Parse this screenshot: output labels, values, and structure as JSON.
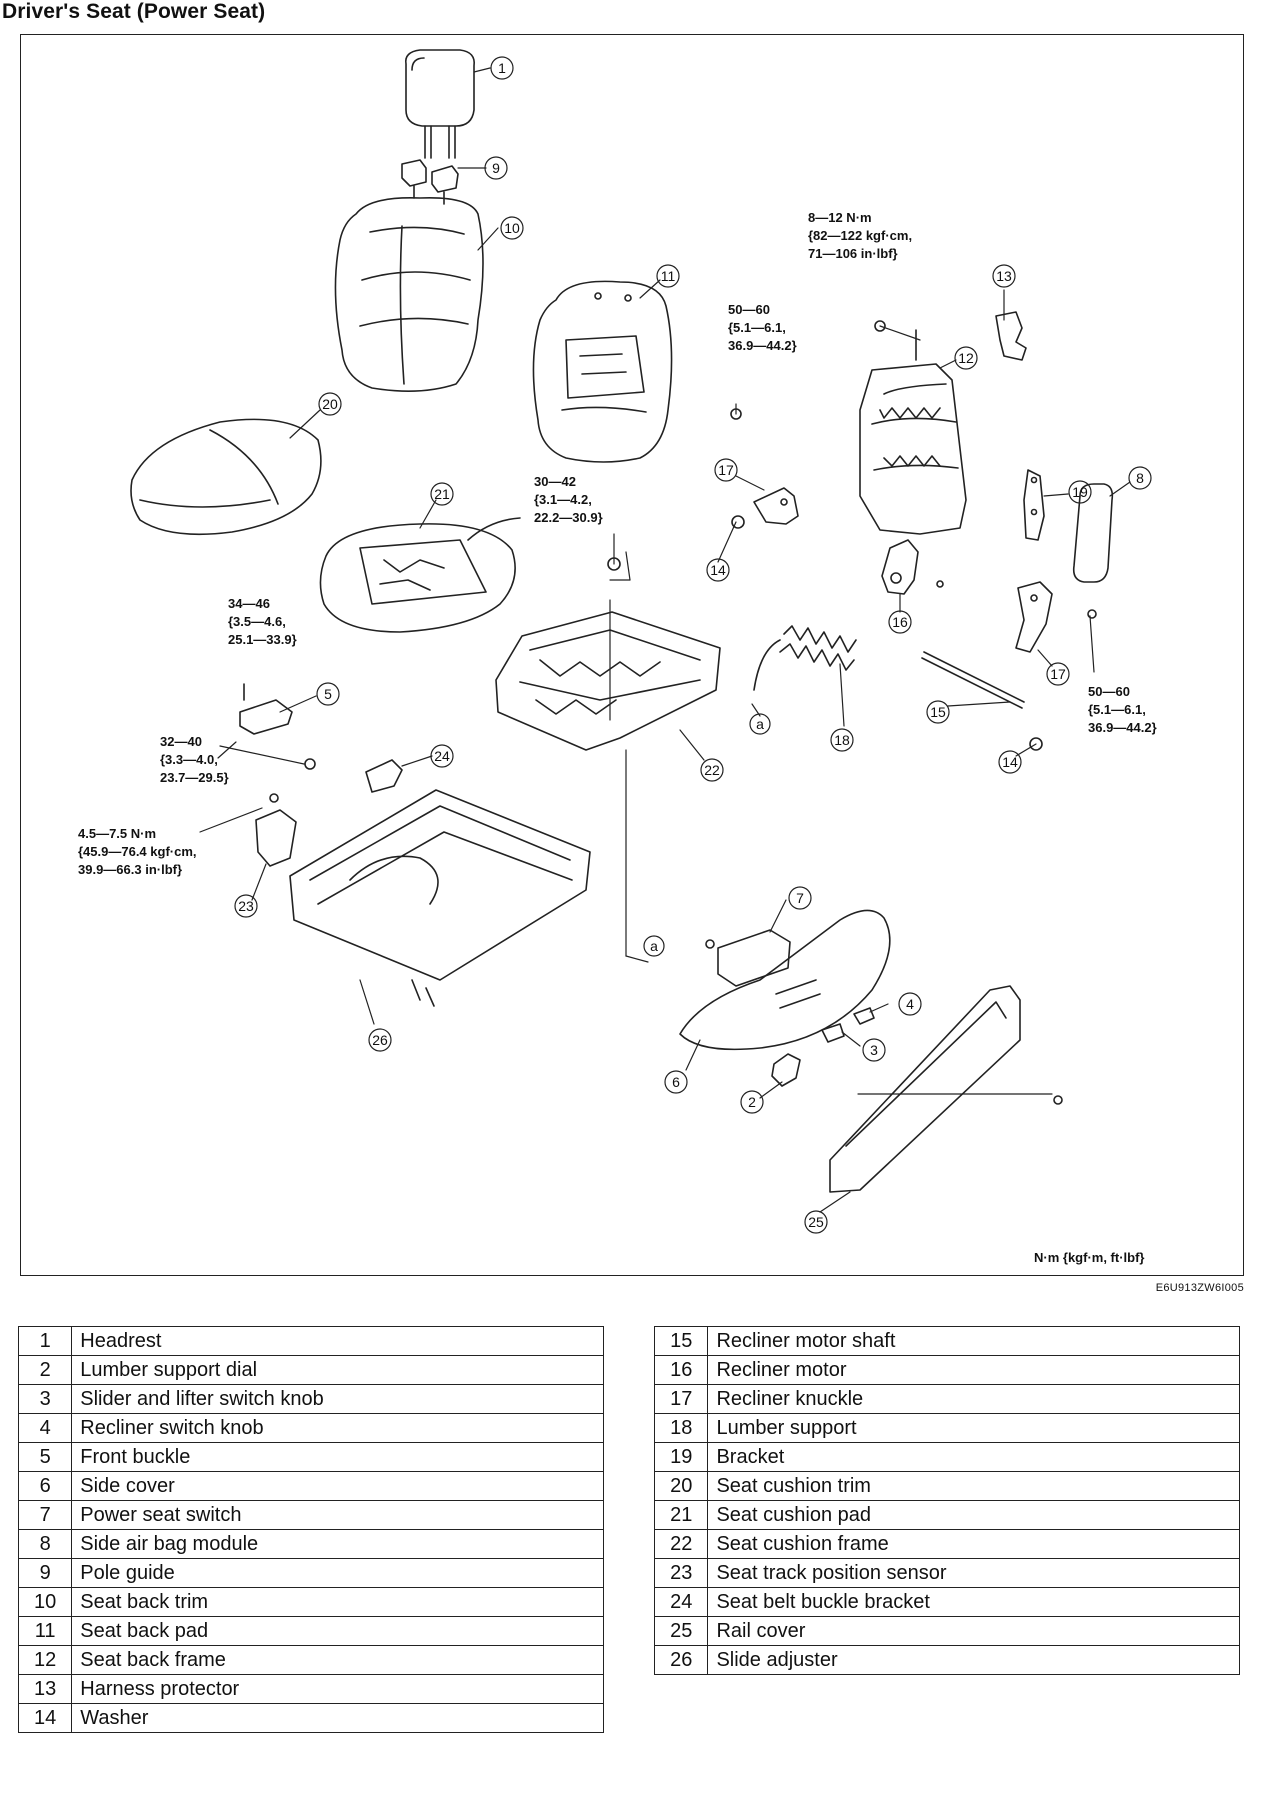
{
  "title": "Driver's Seat (Power Seat)",
  "figure_code": "E6U913ZW6I005",
  "units_note": "N·m {kgf·m, ft·lbf}",
  "torque": {
    "t1": [
      "8—12 N·m",
      "{82—122 kgf·cm,",
      "71—106 in·lbf}"
    ],
    "t2": [
      "50—60",
      "{5.1—6.1,",
      "36.9—44.2}"
    ],
    "t3": [
      "30—42",
      "{3.1—4.2,",
      "22.2—30.9}"
    ],
    "t4": [
      "34—46",
      "{3.5—4.6,",
      "25.1—33.9}"
    ],
    "t5": [
      "32—40",
      "{3.3—4.0,",
      "23.7—29.5}"
    ],
    "t6": [
      "4.5—7.5  N·m",
      "{45.9—76.4 kgf·cm,",
      "39.9—66.3 in·lbf}"
    ],
    "t7": [
      "50—60",
      "{5.1—6.1,",
      "36.9—44.2}"
    ]
  },
  "connector_label": "a",
  "parts_left": [
    {
      "num": "1",
      "name": "Headrest"
    },
    {
      "num": "2",
      "name": "Lumber support dial"
    },
    {
      "num": "3",
      "name": "Slider and lifter switch knob"
    },
    {
      "num": "4",
      "name": "Recliner switch knob"
    },
    {
      "num": "5",
      "name": "Front buckle"
    },
    {
      "num": "6",
      "name": "Side cover"
    },
    {
      "num": "7",
      "name": "Power seat switch"
    },
    {
      "num": "8",
      "name": "Side air bag module"
    },
    {
      "num": "9",
      "name": "Pole guide"
    },
    {
      "num": "10",
      "name": "Seat back trim"
    },
    {
      "num": "11",
      "name": "Seat back pad"
    },
    {
      "num": "12",
      "name": "Seat back frame"
    },
    {
      "num": "13",
      "name": "Harness protector"
    },
    {
      "num": "14",
      "name": "Washer"
    }
  ],
  "parts_right": [
    {
      "num": "15",
      "name": "Recliner motor shaft"
    },
    {
      "num": "16",
      "name": "Recliner motor"
    },
    {
      "num": "17",
      "name": "Recliner knuckle"
    },
    {
      "num": "18",
      "name": "Lumber support"
    },
    {
      "num": "19",
      "name": "Bracket"
    },
    {
      "num": "20",
      "name": "Seat cushion trim"
    },
    {
      "num": "21",
      "name": "Seat cushion pad"
    },
    {
      "num": "22",
      "name": "Seat cushion frame"
    },
    {
      "num": "23",
      "name": "Seat track position sensor"
    },
    {
      "num": "24",
      "name": "Seat belt buckle bracket"
    },
    {
      "num": "25",
      "name": "Rail cover"
    },
    {
      "num": "26",
      "name": "Slide adjuster"
    }
  ]
}
